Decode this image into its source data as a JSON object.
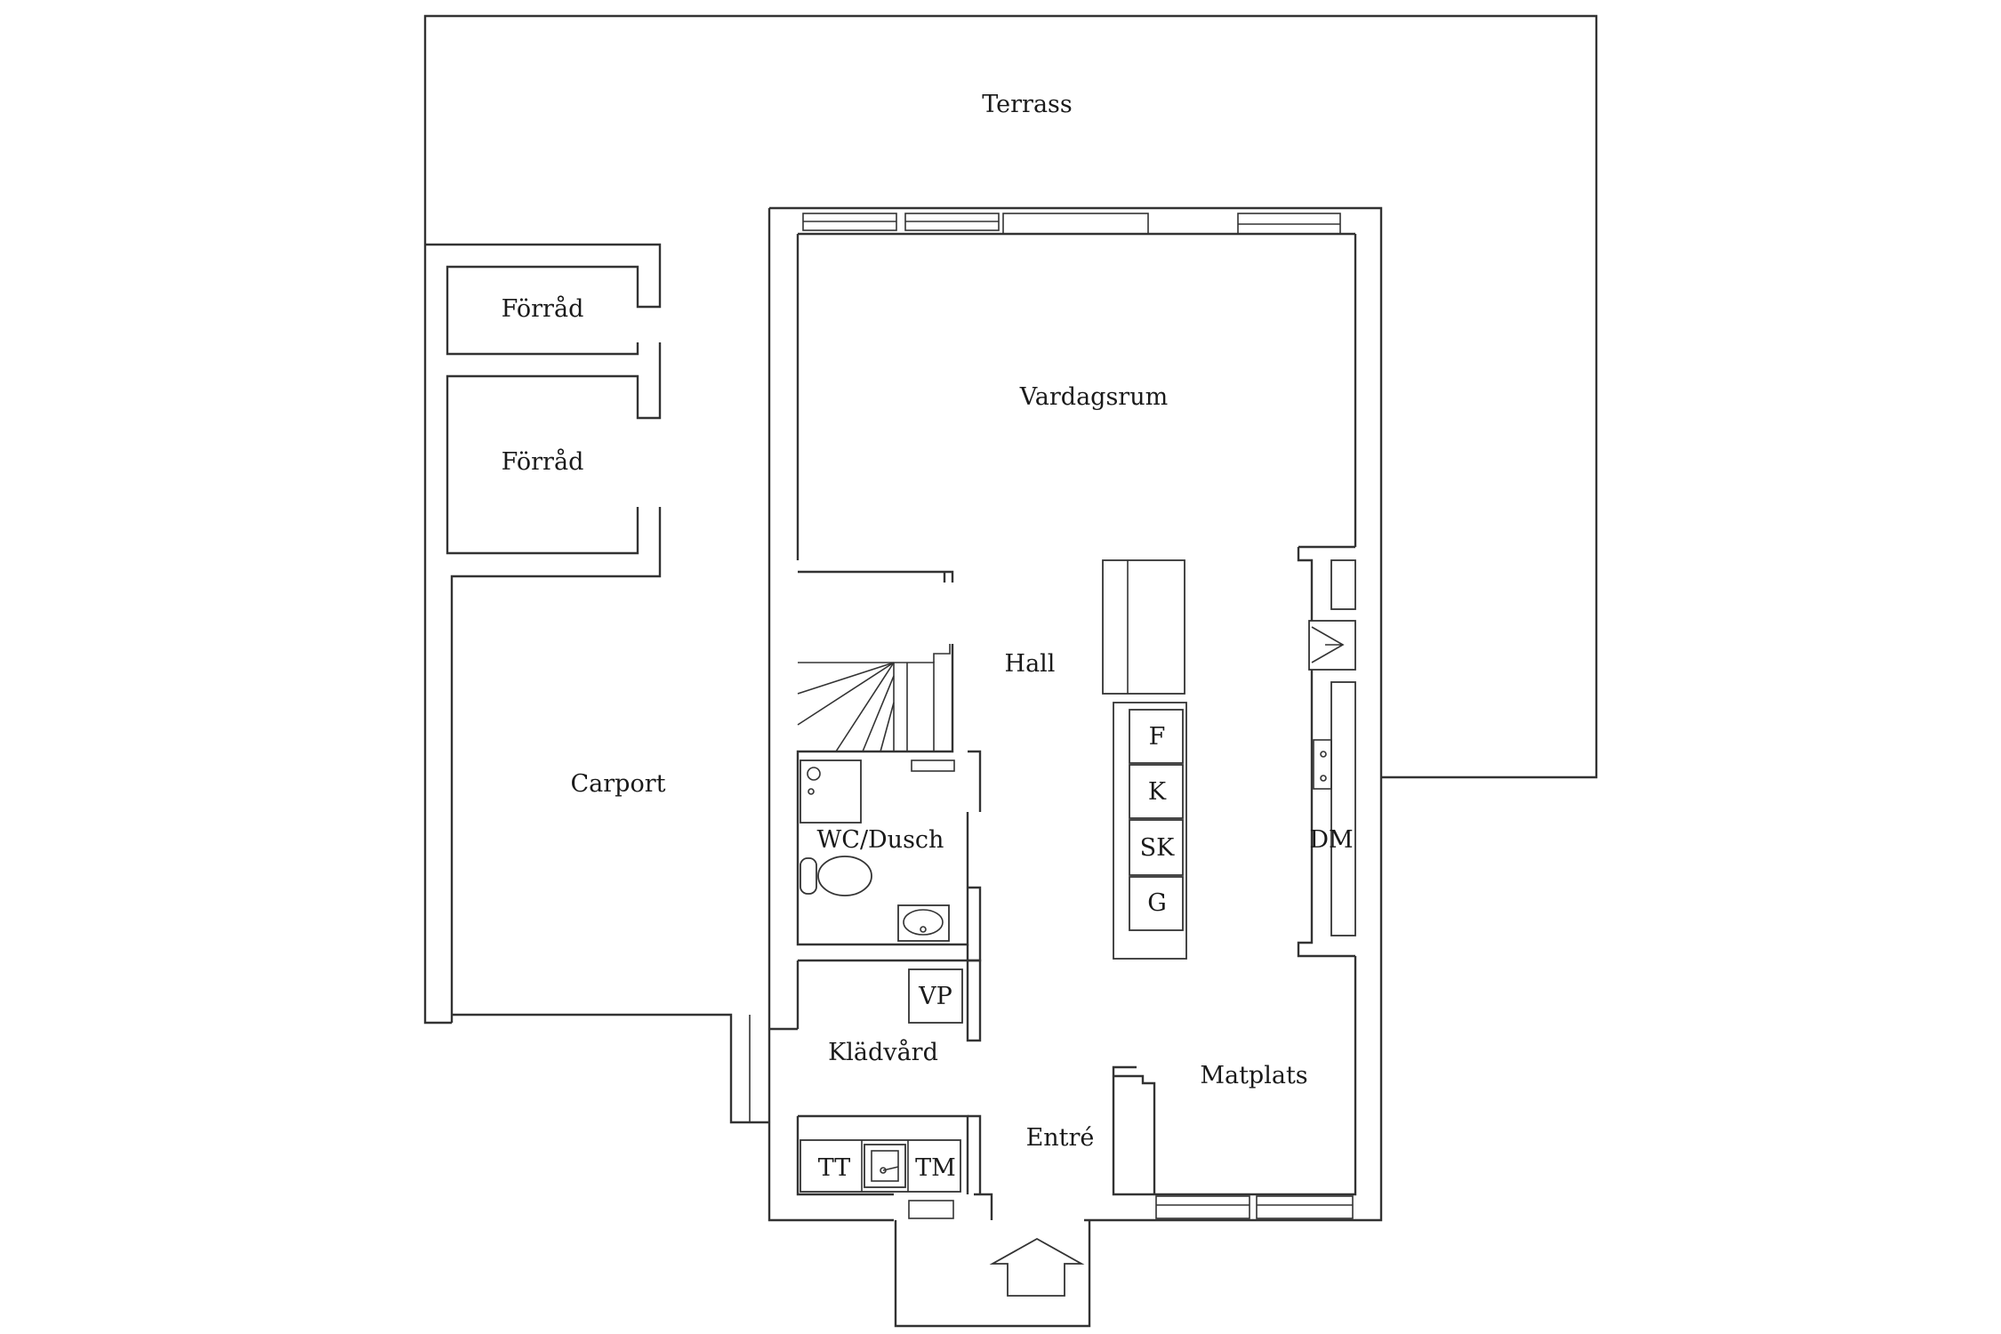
{
  "plan": {
    "rooms": {
      "terrass": "Terrass",
      "forrad_1": "Förråd",
      "forrad_2": "Förråd",
      "vardagsrum": "Vardagsrum",
      "hall": "Hall",
      "carport": "Carport",
      "wc_dusch": "WC/Dusch",
      "kladvard": "Klädvård",
      "entre": "Entré",
      "matplats": "Matplats"
    },
    "appliances": {
      "fridge": "F",
      "freezer": "K",
      "cabinet": "SK",
      "wardrobe": "G",
      "dishwasher": "DM",
      "heat_pump": "VP",
      "dryer": "TT",
      "washer": "TM"
    },
    "colors": {
      "line": "#333333",
      "text": "#1a1a1a",
      "background": "#ffffff"
    },
    "icons": [
      "entrance-arrow-icon",
      "sink-icon",
      "toilet-icon",
      "shower-icon",
      "stove-icon",
      "stairs-icon"
    ]
  }
}
